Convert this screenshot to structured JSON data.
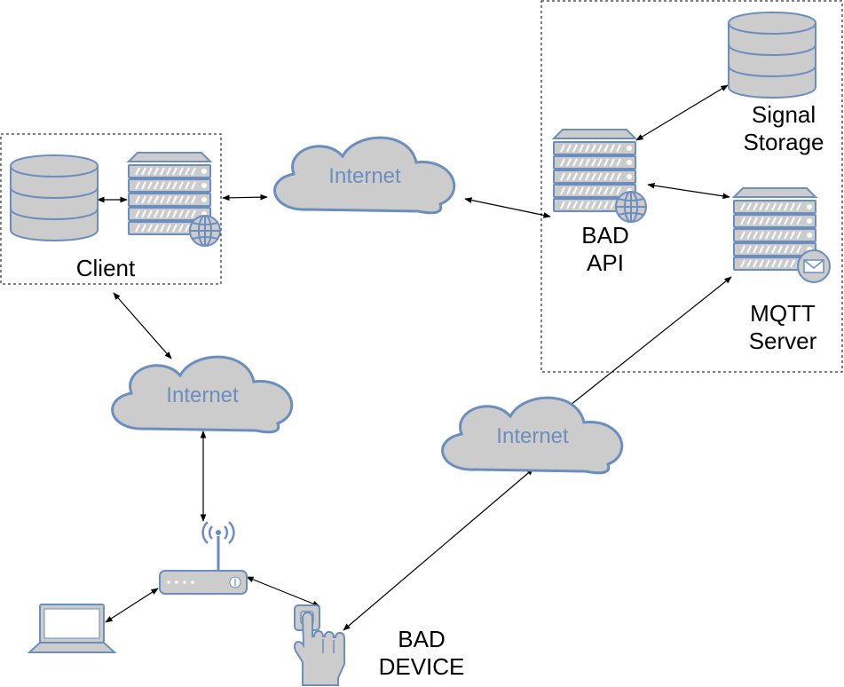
{
  "labels": {
    "client": "Client",
    "bad_api_line1": "BAD",
    "bad_api_line2": "API",
    "signal_storage_line1": "Signal",
    "signal_storage_line2": "Storage",
    "mqtt_line1": "MQTT",
    "mqtt_line2": "Server",
    "bad_device_line1": "BAD",
    "bad_device_line2": "DEVICE"
  },
  "clouds": {
    "top": "Internet",
    "left": "Internet",
    "right": "Internet"
  },
  "colors": {
    "fill": "#cccccc",
    "stroke": "#6c8ebf",
    "label": "#6c8ebf"
  }
}
